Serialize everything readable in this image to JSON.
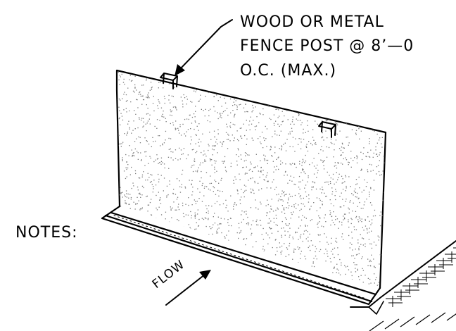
{
  "callout": {
    "lines": [
      "WOOD OR METAL",
      "FENCE POST @ 8’—0",
      "O.C. (MAX.)"
    ]
  },
  "notes_label": "NOTES:",
  "flow_label": "FLOW",
  "colors": {
    "ink": "#000000",
    "stipple": "#7a7a7a",
    "background": "#ffffff"
  }
}
